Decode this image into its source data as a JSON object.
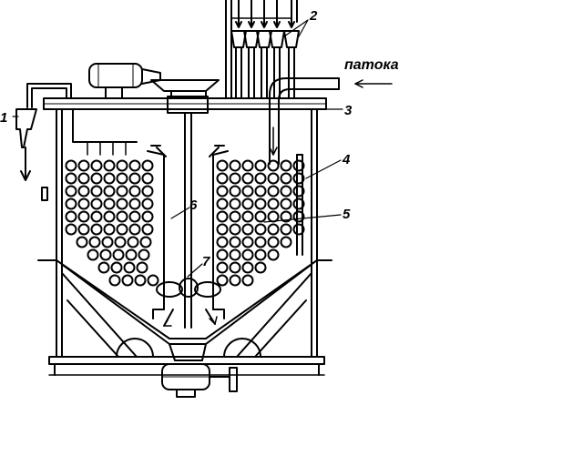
{
  "labels": {
    "n1": "1",
    "n2": "2",
    "n3": "3",
    "n4": "4",
    "n5": "5",
    "n6": "6",
    "n7": "7",
    "patoka": "патока"
  },
  "colors": {
    "ink": "#000000",
    "paper": "#ffffff"
  }
}
